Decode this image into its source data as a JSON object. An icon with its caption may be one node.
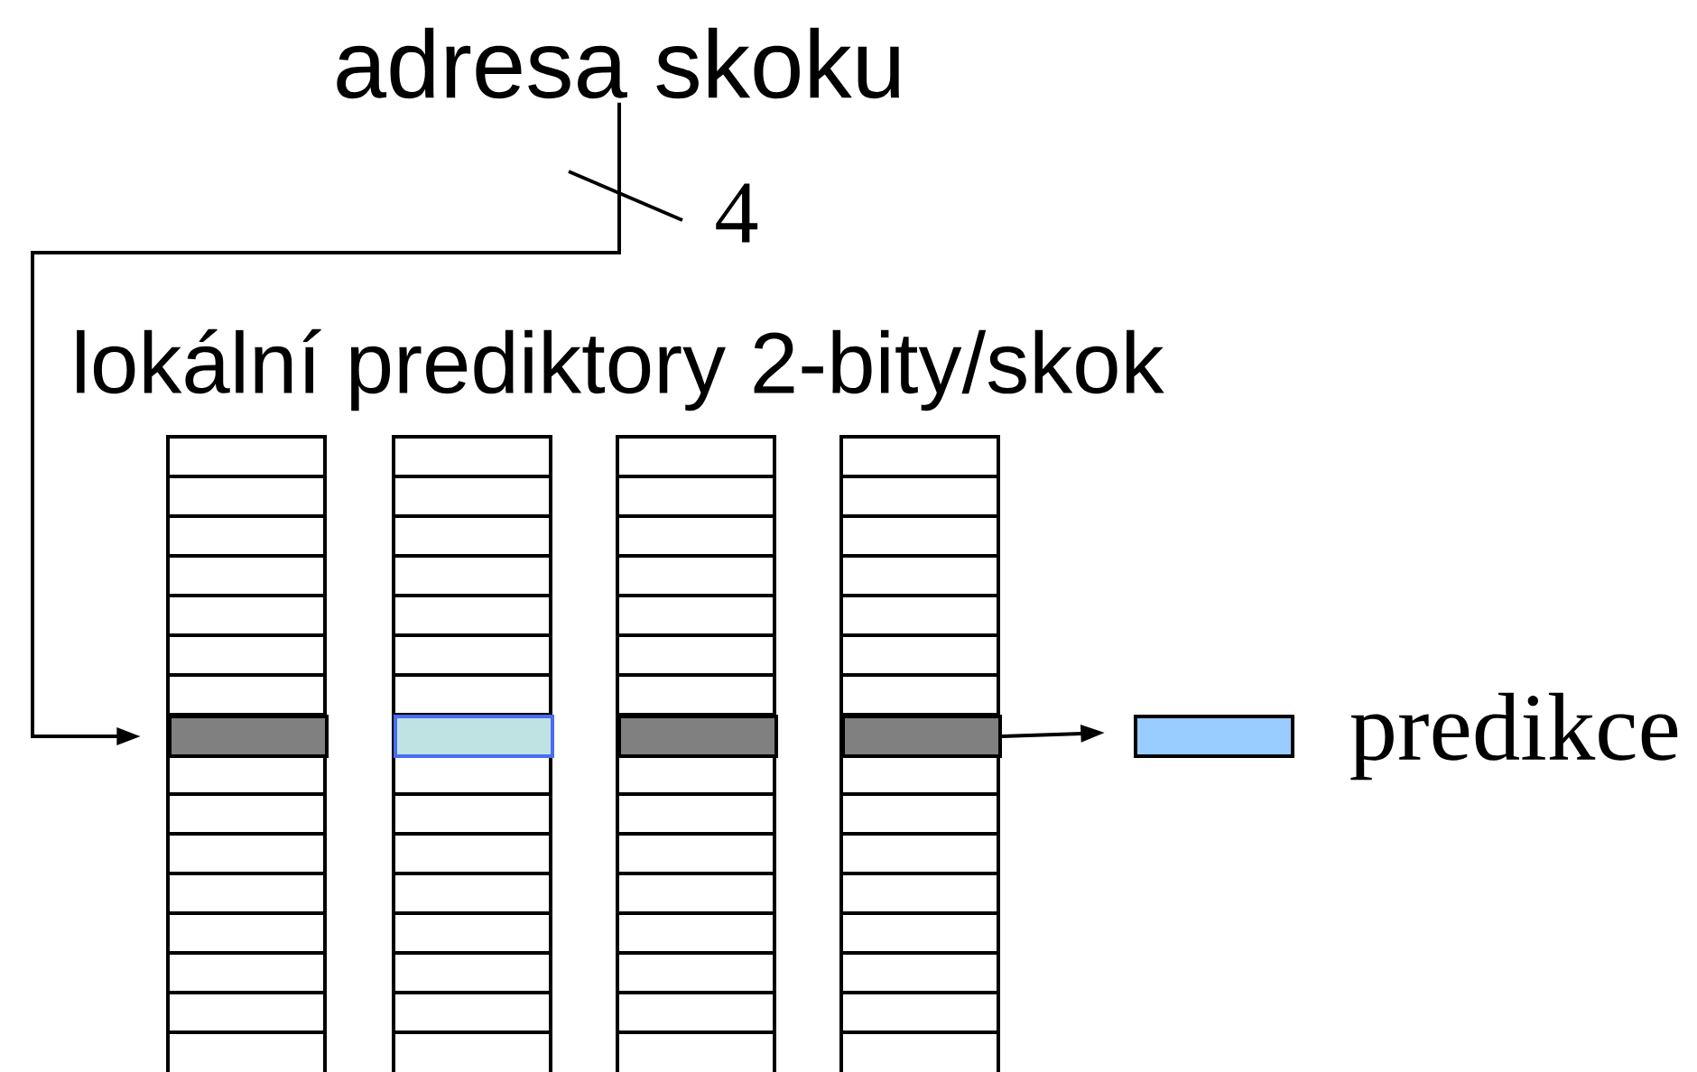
{
  "diagram": {
    "nodes": [
      {
        "text": [
          "adresa skoku"
        ]
      },
      {
        "text": [],
        "shape": "bar"
      },
      {
        "text": [],
        "shape": "bar"
      },
      {
        "text": [],
        "shape": "bar"
      },
      {
        "text": [],
        "shape": "bar"
      },
      {
        "text": [],
        "shape": "bar",
        "beside": [
          "predikce"
        ]
      }
    ],
    "edges": [
      {
        "from": 0,
        "to": 1,
        "arrow": "to",
        "label": "4"
      },
      {
        "from": 4,
        "to": 5,
        "arrow": "to"
      }
    ],
    "labels": [
      "lokální prediktory 2-bity/skok"
    ]
  }
}
